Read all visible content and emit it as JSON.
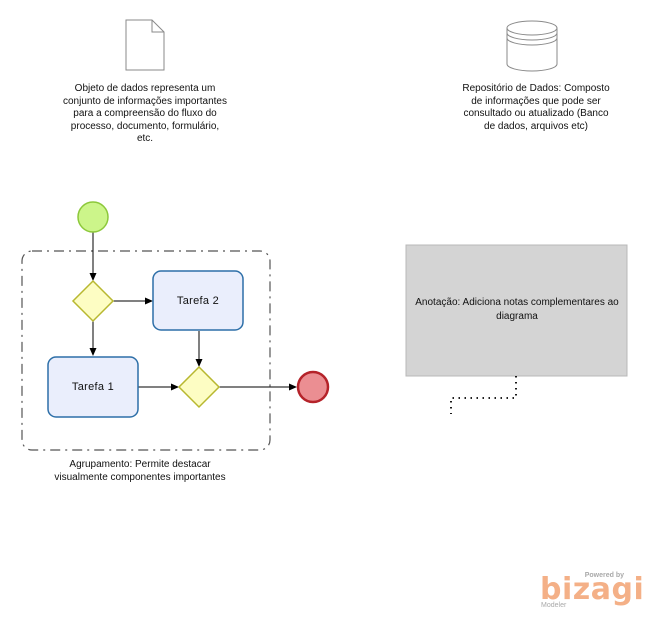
{
  "diagram": {
    "data_object": {
      "icon": "document-icon",
      "text": "Objeto de dados representa um conjunto de informações importantes para a compreensão do fluxo do processo, documento, formulário, etc."
    },
    "data_store": {
      "icon": "database-icon",
      "text": "Repositório de Dados: Composto de informações que pode ser consultado ou atualizado (Banco de dados, arquivos etc)"
    },
    "group": {
      "text": "Agrupamento: Permite destacar visualmente componentes importantes"
    },
    "tasks": {
      "task1": "Tarefa 1",
      "task2": "Tarefa 2"
    },
    "annotation": {
      "text": "Anotação: Adiciona notas complementares ao diagrama"
    },
    "colors": {
      "start_fill": "#ccf58a",
      "start_stroke": "#8cc83a",
      "end_fill": "#eb8e92",
      "end_stroke": "#b5232a",
      "gateway_fill": "#fdfdc3",
      "gateway_stroke": "#b8b830",
      "task_fill": "#eaeefc",
      "task_stroke": "#2d6fa8",
      "annotation_fill": "#d4d4d4"
    }
  },
  "branding": {
    "powered_by": "Powered by",
    "name": "bizagi",
    "product": "Modeler"
  }
}
